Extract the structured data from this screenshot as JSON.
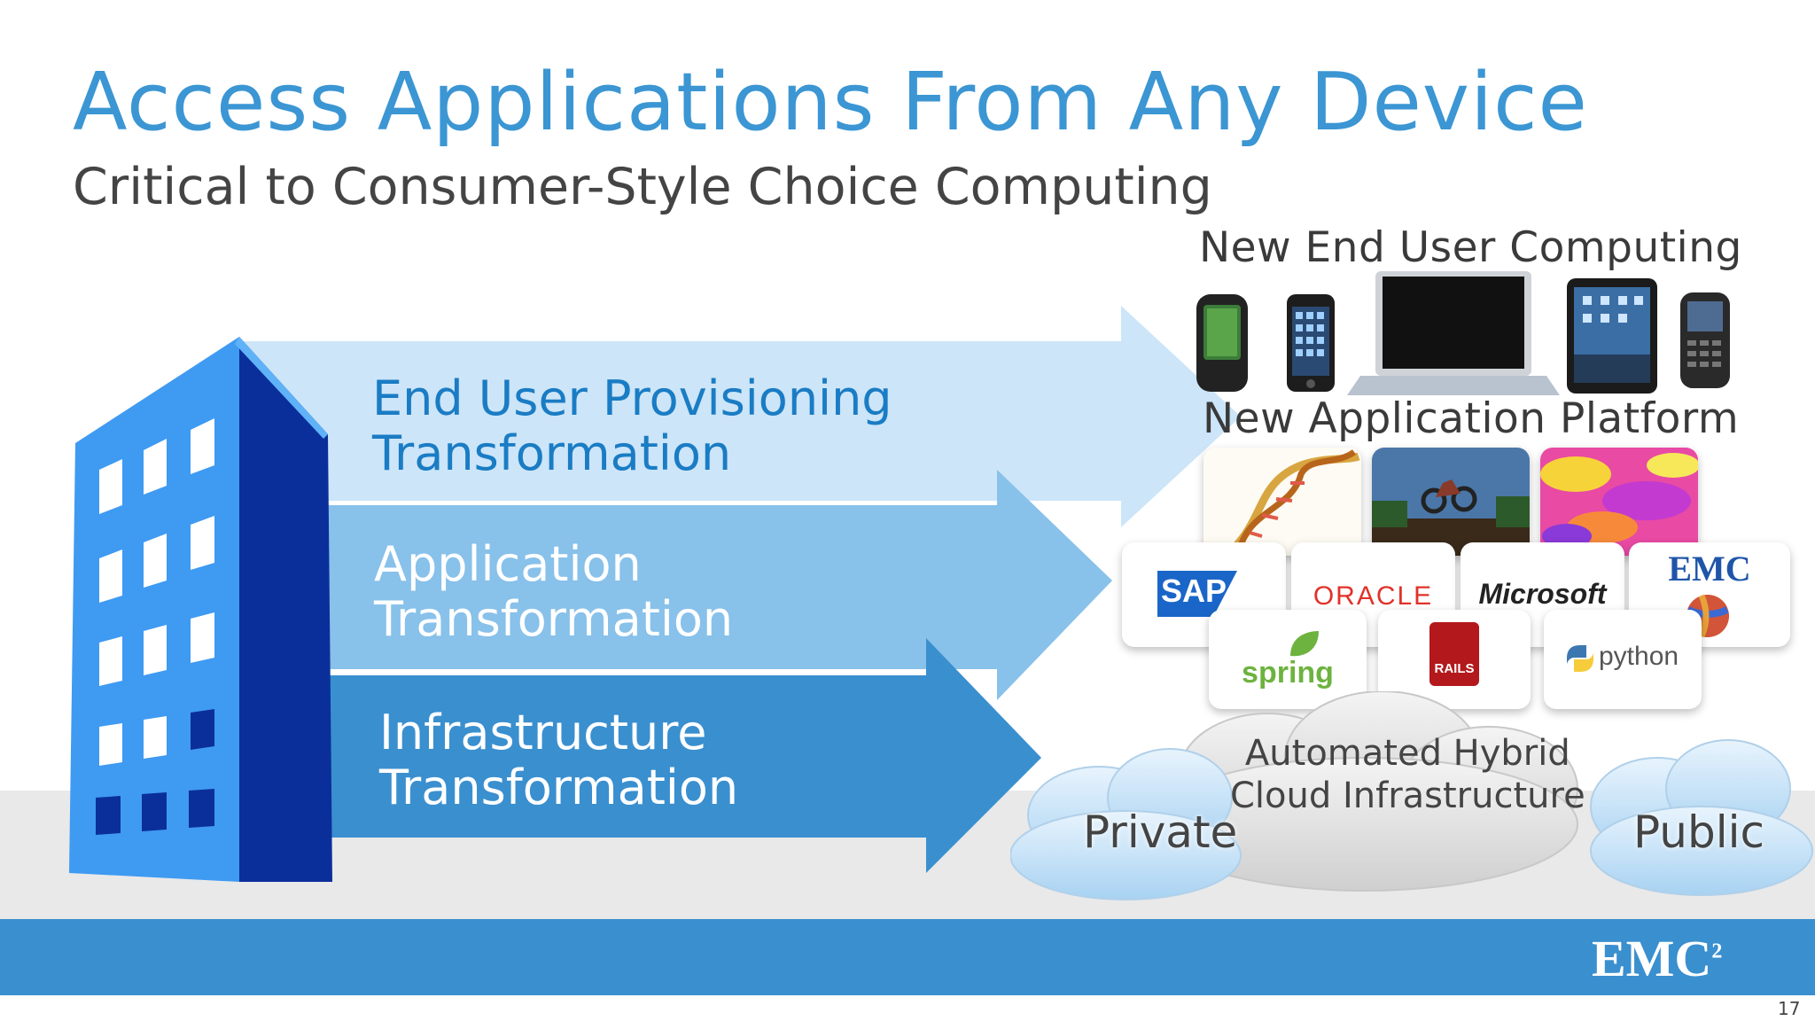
{
  "slide": {
    "title": "Access Applications From Any Device",
    "subtitle": "Critical to Consumer-Style Choice Computing",
    "page_number": "17"
  },
  "arrows": [
    {
      "line1": "End User Provisioning",
      "line2": "Transformation",
      "color": "#cce5f8",
      "text_color": "#1a7cc4"
    },
    {
      "line1": "Application",
      "line2": "Transformation",
      "color": "#88c1ea",
      "text_color": "#ffffff"
    },
    {
      "line1": "Infrastructure",
      "line2": "Transformation",
      "color": "#3a8fcf",
      "text_color": "#ffffff"
    }
  ],
  "sections": {
    "end_user": "New End User Computing",
    "app_platform": "New Application Platform"
  },
  "app_logos": {
    "sap": "SAP",
    "oracle": "ORACLE",
    "microsoft": "Microsoft",
    "emc": "EMC",
    "spring": "spring",
    "rails": "RAILS",
    "python": "python"
  },
  "cloud": {
    "hybrid_line1": "Automated Hybrid",
    "hybrid_line2": "Cloud Infrastructure",
    "private": "Private",
    "public": "Public"
  },
  "footer": {
    "logo": "EMC",
    "logo_sup": "2"
  },
  "colors": {
    "title": "#3b96d3",
    "footer_bar": "#3a8fcf",
    "building_front": "#3f9af2",
    "building_side": "#0b2f9a"
  },
  "icons": {
    "building": "office-building-icon",
    "phones": [
      "palm-phone-icon",
      "iphone-icon",
      "blackberry-icon"
    ],
    "laptop": "laptop-icon",
    "tablet": "tablet-icon"
  }
}
